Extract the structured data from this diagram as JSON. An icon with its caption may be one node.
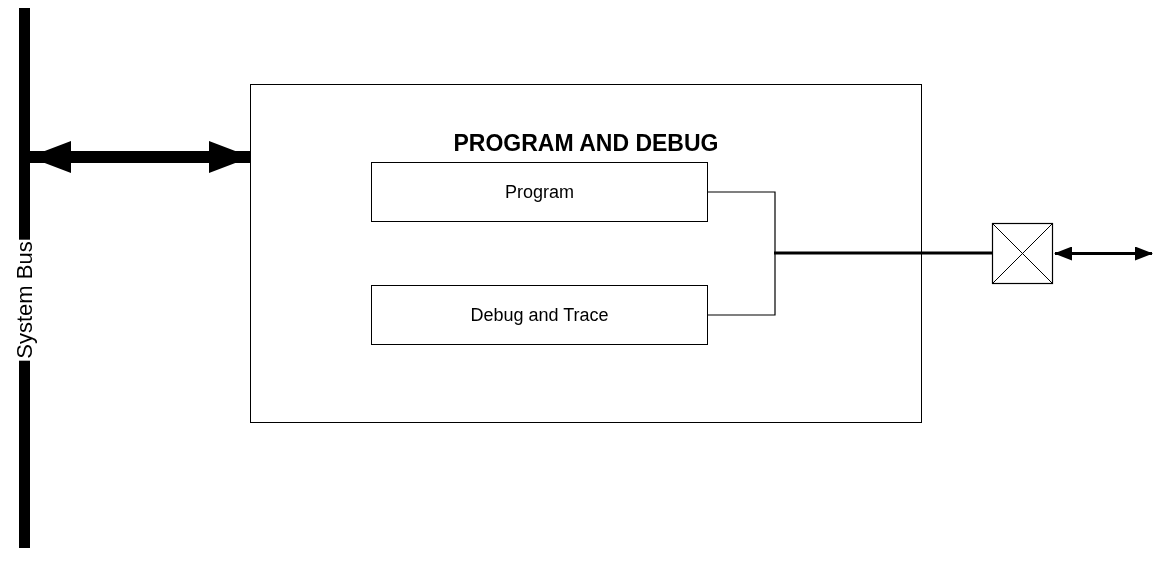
{
  "diagram": {
    "nodes": [
      {
        "text": [
          "System Bus"
        ]
      },
      {
        "text": [
          "PROGRAM AND DEBUG"
        ]
      },
      {
        "text": [
          "Program"
        ],
        "in": 1
      },
      {
        "text": [
          "Debug and Trace"
        ],
        "in": 1
      },
      {
        "text": [],
        "shape": "box"
      }
    ],
    "edges": [
      {
        "from": 0,
        "to": 1,
        "arrow": "both",
        "style": "thick"
      },
      {
        "from": 2,
        "to": 4,
        "arrow": "none"
      },
      {
        "from": 3,
        "to": 4,
        "arrow": "none"
      },
      {
        "from": 4,
        "to": null,
        "arrow": "both"
      }
    ]
  }
}
